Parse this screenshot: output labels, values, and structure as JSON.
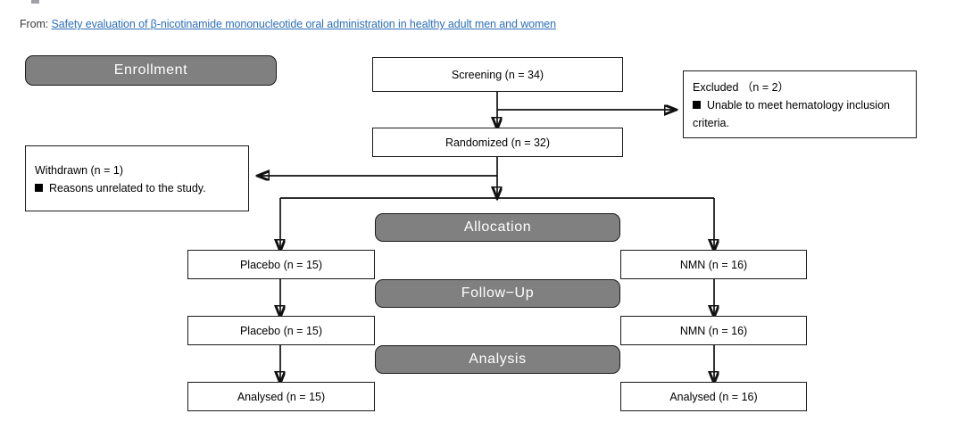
{
  "source": {
    "label": "From:",
    "link_text": "Safety evaluation of β-nicotinamide mononucleotide oral administration in healthy adult men and women"
  },
  "colors": {
    "banner_fill": "#808080",
    "banner_text": "#ffffff",
    "box_border": "#1a1a1a",
    "link": "#2e6fb7",
    "line": "#111111"
  },
  "flowchart": {
    "type": "consort-diagram",
    "banners": [
      {
        "id": "enrollment",
        "label": "Enrollment"
      },
      {
        "id": "allocation",
        "label": "Allocation"
      },
      {
        "id": "followup",
        "label": "Follow−Up"
      },
      {
        "id": "analysis",
        "label": "Analysis"
      }
    ],
    "nodes": [
      {
        "id": "screening",
        "label": "Screening (n = 34)"
      },
      {
        "id": "randomized",
        "label": "Randomized (n = 32)"
      },
      {
        "id": "alloc_placebo",
        "label": "Placebo (n = 15)"
      },
      {
        "id": "alloc_nmn",
        "label": "NMN (n = 16)"
      },
      {
        "id": "follow_placebo",
        "label": "Placebo (n = 15)"
      },
      {
        "id": "follow_nmn",
        "label": "NMN (n = 16)"
      },
      {
        "id": "analysed_placebo",
        "label": "Analysed (n = 15)"
      },
      {
        "id": "analysed_nmn",
        "label": "Analysed (n = 16)"
      }
    ],
    "notes": [
      {
        "id": "excluded",
        "title": "Excluded （n = 2）",
        "body": "Unable to meet hematology inclusion criteria."
      },
      {
        "id": "withdrawn",
        "title": "Withdrawn (n = 1)",
        "body": "Reasons unrelated to the study."
      }
    ]
  }
}
